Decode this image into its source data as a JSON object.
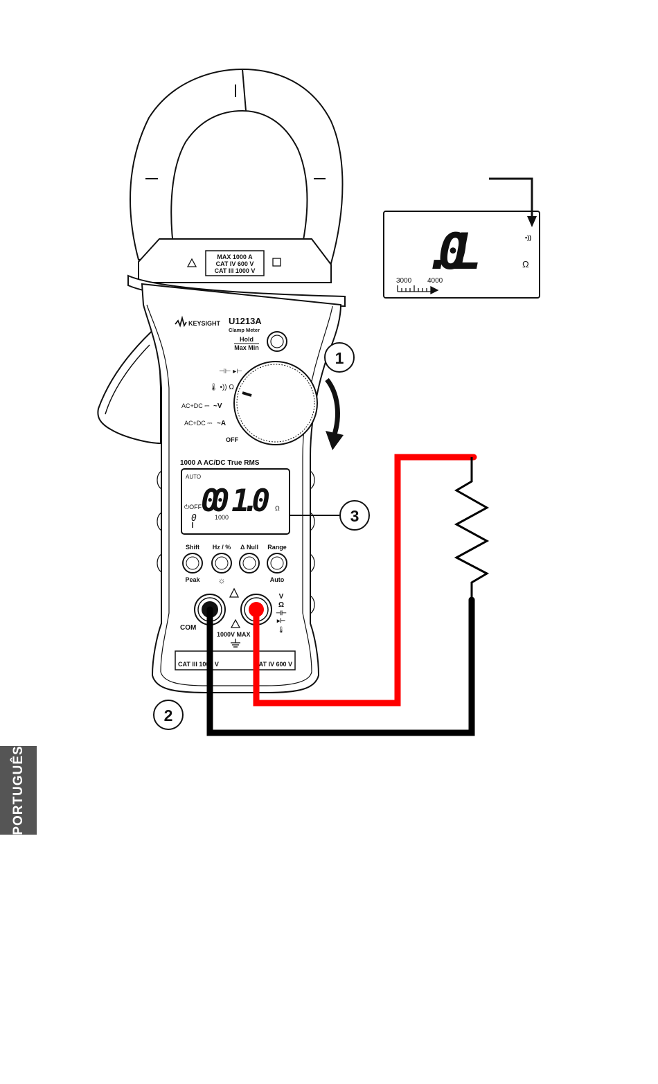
{
  "meter": {
    "brand": "KEYSIGHT",
    "model": "U1213A",
    "subtitle": "Clamp Meter",
    "hold_label": "Hold",
    "maxmin_label": "Max Min",
    "jaw_rating_1": "MAX 1000 A",
    "jaw_rating_2": "CAT IV 600 V",
    "jaw_rating_3": "CAT III 1000 V",
    "rms_label": "1000 A AC/DC True RMS",
    "dial": {
      "cap_diode": "⊣⊢ ▸⊢",
      "temp_ohm": "🌡 •)) Ω",
      "acdc_v_prefix": "AC+DC ⎓",
      "acdc_v": "~V",
      "acdc_a_prefix": "AC+DC ⎓",
      "acdc_a": "~A",
      "off": "OFF"
    },
    "display": {
      "auto": "AUTO",
      "reading": "00 1.0",
      "unit": "Ω",
      "apo": "⏻OFF",
      "sub_left": "0",
      "sub_scale": "1000"
    },
    "buttons": {
      "shift_top": "Shift",
      "shift_bottom": "Peak",
      "hz_top": "Hz / %",
      "hz_bottom": "☼",
      "null_top": "Δ Null",
      "range_top": "Range",
      "range_bottom": "Auto"
    },
    "terminals": {
      "com": "COM",
      "max": "1000V MAX",
      "right_labels": [
        "V",
        "Ω",
        "⊣⊢",
        "▸⊢",
        "🌡"
      ]
    },
    "cat_left": "CAT III 1000 V",
    "cat_right": "CAT IV 600 V"
  },
  "inset_display": {
    "reading": ".0L",
    "beeper": "•))",
    "unit": "Ω",
    "scale_left": "3000",
    "scale_right": "4000"
  },
  "callouts": [
    "1",
    "2",
    "3"
  ],
  "side_tab": "PORTUGUÊS",
  "colors": {
    "red_lead": "#ff0000",
    "black_lead": "#000000",
    "tab_bg": "#555555"
  }
}
